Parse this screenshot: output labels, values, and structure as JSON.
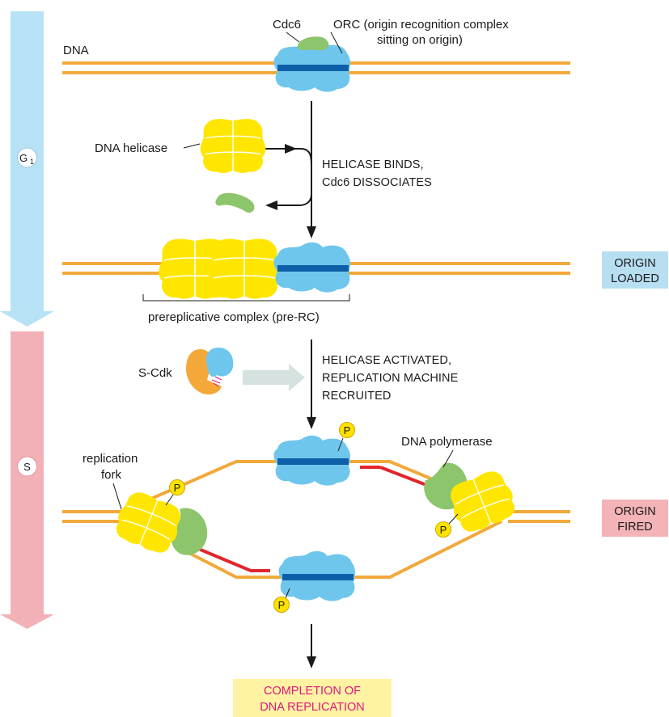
{
  "phases": {
    "g1": {
      "letter": "G",
      "subscript": "1"
    },
    "s": {
      "label": "S"
    }
  },
  "labels": {
    "dna": "DNA",
    "cdc6": "Cdc6",
    "orc_line1": "ORC (origin recognition complex",
    "orc_line2": "sitting on origin)",
    "dna_helicase": "DNA helicase",
    "pre_rc": "prereplicative complex (pre-RC)",
    "s_cdk": "S-Cdk",
    "replication_fork_line1": "replication",
    "replication_fork_line2": "fork",
    "dna_polymerase": "DNA polymerase",
    "phospho": "P"
  },
  "steps": {
    "step1_line1": "HELICASE BINDS,",
    "step1_line2": "Cdc6 DISSOCIATES",
    "step2_line1": "HELICASE ACTIVATED,",
    "step2_line2": "REPLICATION MACHINE",
    "step2_line3": "RECRUITED"
  },
  "badges": {
    "origin_loaded_line1": "ORIGIN",
    "origin_loaded_line2": "LOADED",
    "origin_fired_line1": "ORIGIN",
    "origin_fired_line2": "FIRED",
    "completion_line1": "COMPLETION OF",
    "completion_line2": "DNA REPLICATION"
  },
  "colors": {
    "dna_strand": "#f2a93b",
    "orc": "#6fc6ec",
    "origin": "#0f5fa8",
    "helicase": "#ffe600",
    "cdc6": "#8cc56b",
    "s_cdk": "#f5a83a",
    "new_dna": "#e0262c",
    "g1_arrow": "#b7e1f5",
    "s_arrow": "#f2b1b6",
    "origin_loaded_badge": "#b8def2",
    "origin_fired_badge": "#f4b3b7",
    "completion_badge": "#fff3a3",
    "completion_text": "#e0177c",
    "phospho": "#ffe200"
  }
}
